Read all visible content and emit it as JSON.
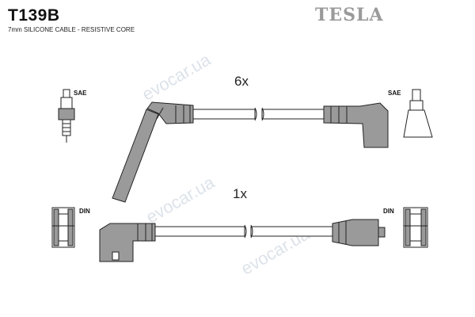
{
  "header": {
    "part_number": "T139B",
    "description": "7mm SILICONE CABLE - RESISTIVE CORE",
    "brand": "TESLA"
  },
  "leads": [
    {
      "quantity_label": "6x"
    },
    {
      "quantity_label": "1x"
    }
  ],
  "connectors": {
    "top_left": "SAE",
    "top_right": "SAE",
    "bottom_left": "DIN",
    "bottom_right": "DIN"
  },
  "watermark": "evocar.ua",
  "colors": {
    "component_fill": "#9a9a9a",
    "outline": "#222222",
    "cable_fill": "#ffffff",
    "brand_text": "#9a9a9a"
  }
}
